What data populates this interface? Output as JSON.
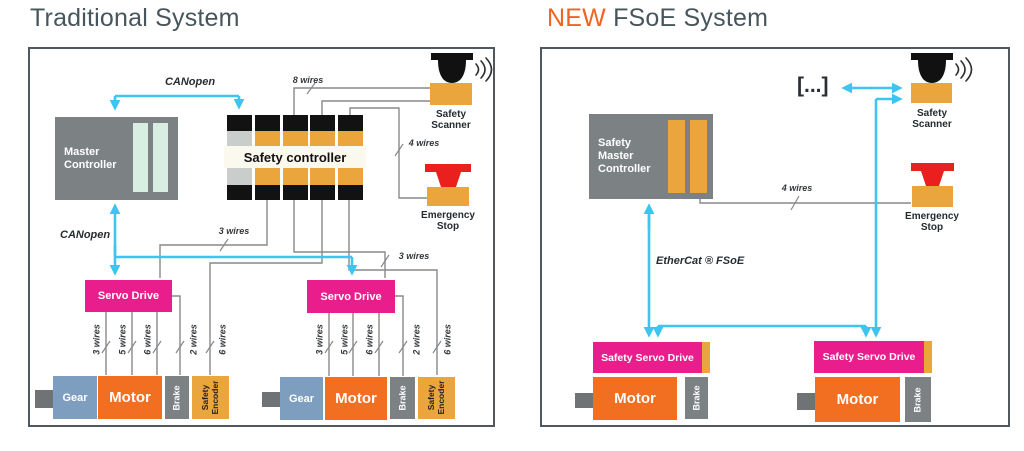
{
  "colors": {
    "cyan": "#3EC5EF",
    "magenta": "#E91E8C",
    "motor_orange": "#F26F21",
    "amber": "#EAA53C",
    "box_gray": "#7C8184",
    "gear_blue": "#7E9EC0",
    "wire_gray": "#87898C",
    "title_dark": "#47565C",
    "title_orange": "#F26322",
    "estop_red": "#E9201E",
    "mint": "#D9EEE2"
  },
  "left_panel": {
    "title": "Traditional System",
    "master_controller": "Master Controller",
    "canopen_top": "CANopen",
    "canopen_side": "CANopen",
    "safety_controller": "Safety controller",
    "safety_scanner": "Safety Scanner",
    "emergency_stop": "Emergency Stop",
    "servo_drive": "Servo Drive",
    "gear": "Gear",
    "motor": "Motor",
    "brake": "Brake",
    "safety_encoder": "Safety Encoder",
    "wire_labels": {
      "w8": "8 wires",
      "w4": "4 wires",
      "w3a": "3 wires",
      "w3b": "3 wires",
      "m3": "3 wires",
      "m5": "5 wires",
      "m6": "6 wires",
      "b2": "2 wires",
      "e6": "6 wires"
    }
  },
  "right_panel": {
    "title_highlight": "NEW",
    "title_rest": " FSoE System",
    "safety_master_controller": "Safety Master Controller",
    "ellipsis": "[...]",
    "safety_scanner": "Safety Scanner",
    "emergency_stop": "Emergency Stop",
    "ethercat": "EtherCat ® FSoE",
    "wire_4": "4 wires",
    "safety_servo_drive": "Safety Servo Drive",
    "motor": "Motor",
    "brake": "Brake"
  }
}
